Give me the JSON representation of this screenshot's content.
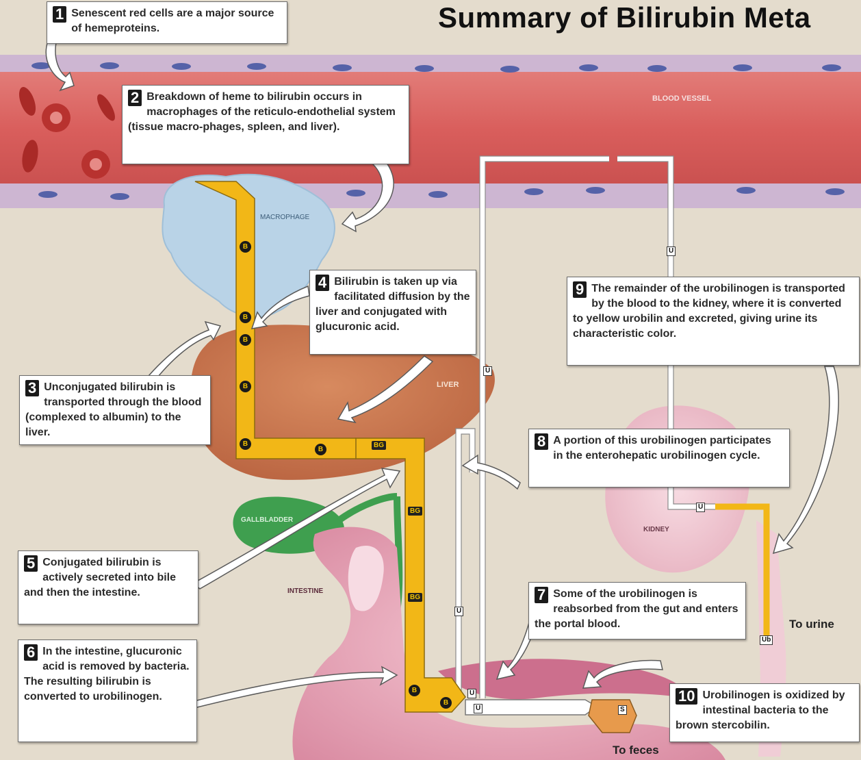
{
  "title": "Summary of Bilirubin Meta",
  "colors": {
    "background": "#e4dccd",
    "vessel": "#d9605f",
    "vessel_wall": "#c9b3cf",
    "bilirubin_path": "#f2b717",
    "liver": "#c8734c",
    "gallbladder": "#3f9f4f",
    "macrophage": "#b8d2e6",
    "kidney": "#f0c7d1",
    "intestine": "#e8a8b8"
  },
  "labels": {
    "blood_vessel": "BLOOD VESSEL",
    "macrophage": "MACROPHAGE",
    "liver": "LIVER",
    "gallbladder": "GALLBLADDER",
    "intestine": "INTESTINE",
    "kidney": "KIDNEY",
    "to_urine": "To urine",
    "to_feces": "To feces"
  },
  "tags": {
    "b": "B",
    "bg": "BG",
    "u": "U",
    "ub": "Ub",
    "s": "S"
  },
  "steps": [
    {
      "num": "1",
      "text": "Senescent red cells are a major source of hemeproteins."
    },
    {
      "num": "2",
      "text": "Breakdown of heme to bilirubin occurs in macrophages of the reticulo-endothelial system (tissue macro-phages, spleen, and liver)."
    },
    {
      "num": "3",
      "text": "Unconjugated bilirubin is transported through the blood (complexed to albumin) to the liver."
    },
    {
      "num": "4",
      "text": "Bilirubin is taken up via facilitated diffusion by the liver and conjugated with glucuronic acid."
    },
    {
      "num": "5",
      "text": "Conjugated bilirubin is actively secreted into bile and then the intestine."
    },
    {
      "num": "6",
      "text": "In the intestine, glucuronic acid is removed by bacteria. The resulting bilirubin is converted to urobilinogen."
    },
    {
      "num": "7",
      "text": "Some of the urobilinogen is reabsorbed from the gut and enters the portal blood."
    },
    {
      "num": "8",
      "text": "A portion of this urobilinogen participates in the enterohepatic urobilinogen cycle."
    },
    {
      "num": "9",
      "text": "The remainder of the urobilinogen is transported by the blood to the kidney, where it is converted to yellow urobilin and excreted, giving urine its characteristic color."
    },
    {
      "num": "10",
      "text": "Urobilinogen is oxidized by intestinal bacteria to the brown stercobilin."
    }
  ]
}
